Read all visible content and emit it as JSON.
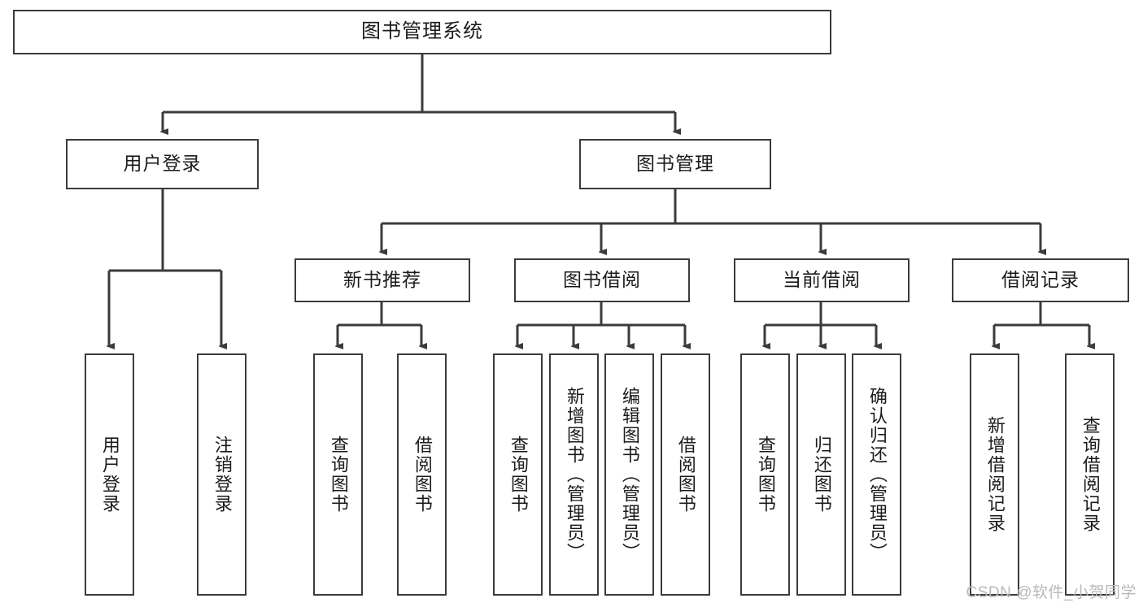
{
  "diagram": {
    "title": "图书管理系统",
    "watermark": "CSDN @软件_小贺同学",
    "line_color": "#3b3b3b",
    "background_color": "#ffffff",
    "text_color": "#1b1b1b",
    "watermark_color": "#b9b9b9",
    "root": {
      "label": "图书管理系统"
    },
    "level2": [
      {
        "label": "用户登录"
      },
      {
        "label": "图书管理"
      }
    ],
    "level3": [
      {
        "label": "新书推荐"
      },
      {
        "label": "图书借阅"
      },
      {
        "label": "当前借阅"
      },
      {
        "label": "借阅记录"
      }
    ],
    "leaves": {
      "user_login": [
        {
          "label": "用户登录"
        },
        {
          "label": "注销登录"
        }
      ],
      "new_book_recommend": [
        {
          "label": "查询图书"
        },
        {
          "label": "借阅图书"
        }
      ],
      "book_borrow": [
        {
          "label": "查询图书"
        },
        {
          "label": "新增图书（管理员）"
        },
        {
          "label": "编辑图书（管理员）"
        },
        {
          "label": "借阅图书"
        }
      ],
      "current_borrow": [
        {
          "label": "查询图书"
        },
        {
          "label": "归还图书"
        },
        {
          "label": "确认归还（管理员）"
        }
      ],
      "borrow_record": [
        {
          "label": "新增借阅记录"
        },
        {
          "label": "查询借阅记录"
        }
      ]
    }
  }
}
